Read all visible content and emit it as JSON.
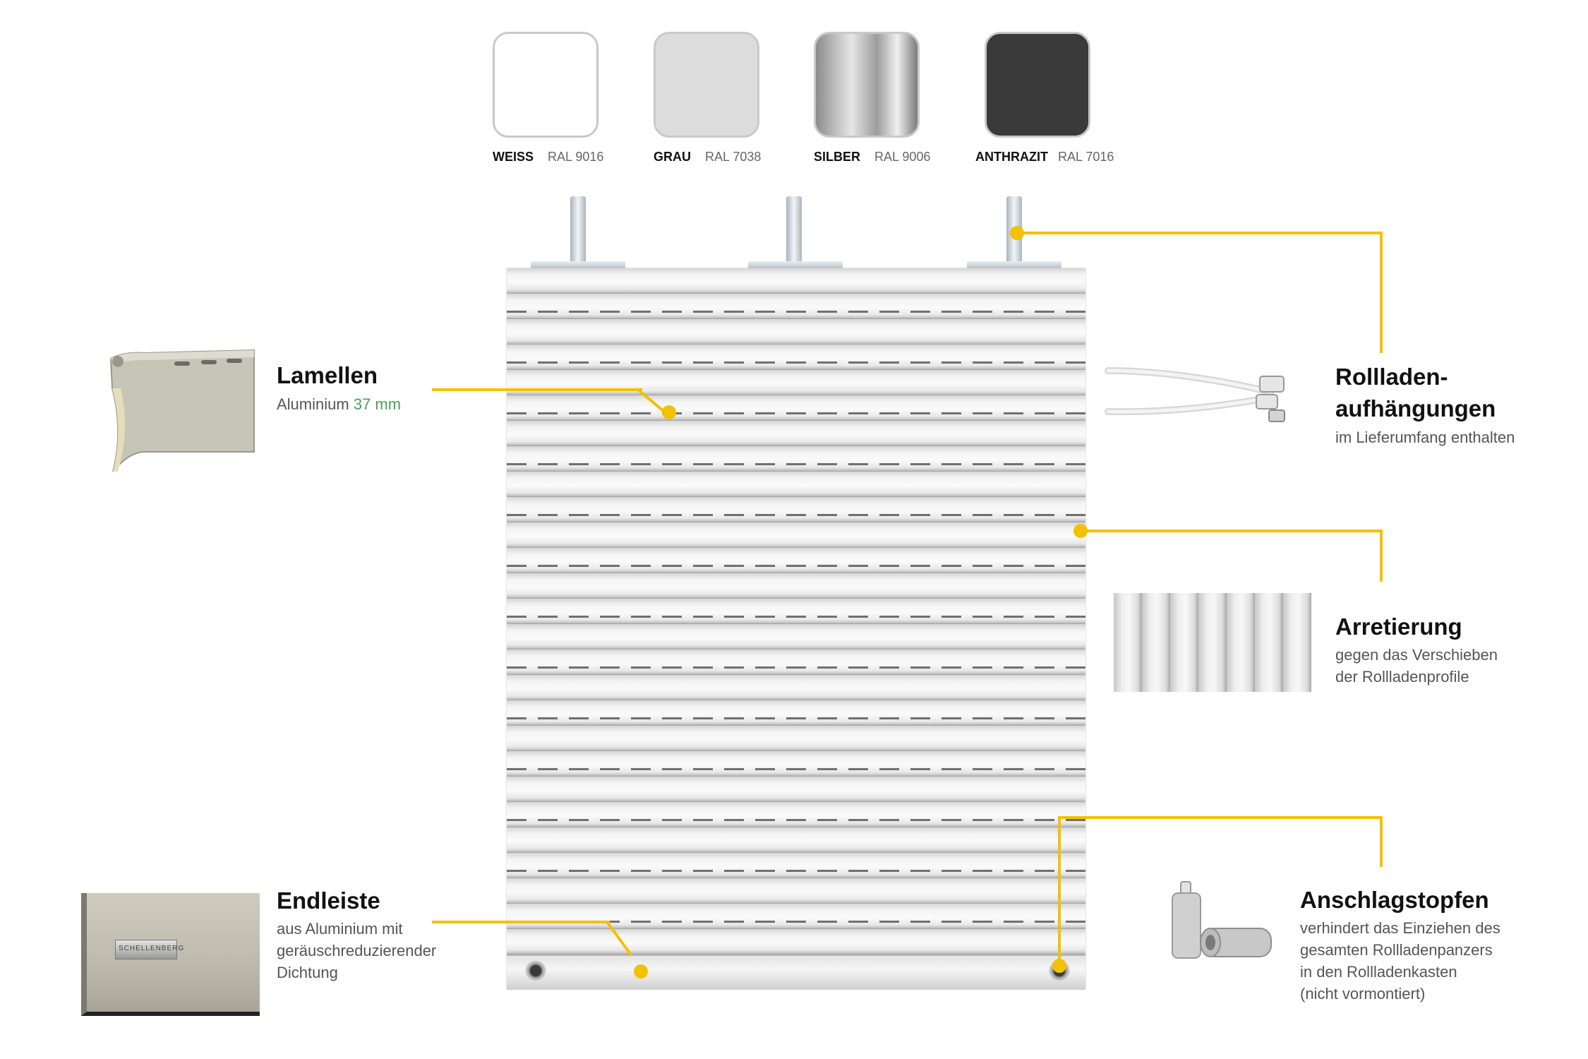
{
  "swatches": [
    {
      "name": "WEISS",
      "ral": "RAL 9016",
      "color": "#ffffff"
    },
    {
      "name": "GRAU",
      "ral": "RAL 7038",
      "color": "#dcdcdc"
    },
    {
      "name": "SILBER",
      "ral": "RAL 9006",
      "color": "#b8b8b8"
    },
    {
      "name": "ANTHRAZIT",
      "ral": "RAL 7016",
      "color": "#3a3a3a"
    }
  ],
  "callouts": {
    "lamellen": {
      "title": "Lamellen",
      "desc_prefix": "Aluminium",
      "desc_value": "37 mm"
    },
    "aufhaengungen": {
      "title_line1": "Rollladen-",
      "title_line2": "aufhängungen",
      "desc": "im Lieferumfang enthalten"
    },
    "arretierung": {
      "title": "Arretierung",
      "desc_line1": "gegen das Verschieben",
      "desc_line2": "der Rollladenprofile"
    },
    "endleiste": {
      "title": "Endleiste",
      "desc_line1": "aus Aluminium mit",
      "desc_line2": "geräuschreduzierender",
      "desc_line3": "Dichtung"
    },
    "anschlagstopfen": {
      "title": "Anschlagstopfen",
      "desc_line1": "verhindert das Einziehen des",
      "desc_line2": "gesamten Rollladenpanzers",
      "desc_line3": "in den Rollladenkasten",
      "desc_line4": "(nicht vormontiert)"
    }
  },
  "endleiste_logo": "SCHELLENBERG",
  "colors": {
    "accent": "#f2c200",
    "highlight_green": "#4a9e5c"
  }
}
